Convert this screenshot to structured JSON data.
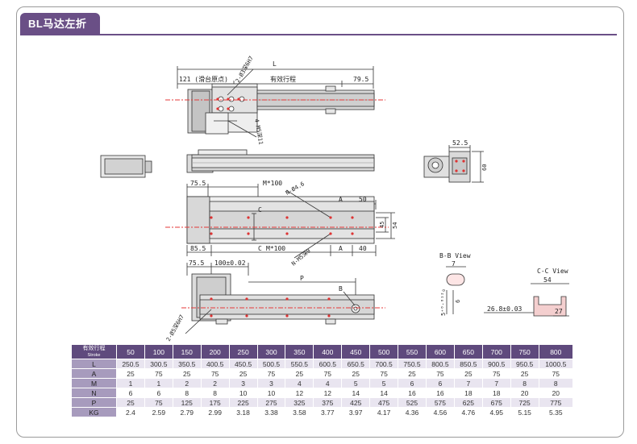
{
  "page": {
    "tab_title": "BL马达左折"
  },
  "drawing": {
    "top_view": {
      "dim_121": "121 (滑台原点)",
      "dim_L": "L",
      "dim_stroke": "有效行程",
      "dim_79_5": "79.5",
      "hole_2_phi3": "2-Ø3深6H7",
      "hole_4_m5": "4-M5深11"
    },
    "mid_view": {
      "dim_75_5": "75.5",
      "dim_M100": "M*100",
      "dim_A": "A",
      "dim_50": "50",
      "dim_C": "C",
      "dim_54": "54",
      "dim_45": "45",
      "dim_85_5": "85.5",
      "dim_M100b": "M*100",
      "dim_A2": "A",
      "dim_40": "40",
      "hole_n_phi4_6": "N-Ø4.6",
      "hole_n_m5": "N-M5深9"
    },
    "bottom_view": {
      "dim_75_5": "75.5",
      "dim_100": "100±0.02",
      "dim_P": "P",
      "dim_B": "B",
      "hole_2_phi5": "2-Ø5深6H7"
    },
    "end_view": {
      "dim_52_5": "52.5",
      "dim_60": "60"
    },
    "section_b": {
      "title": "B-B View",
      "dim_7": "7",
      "dim_5": "5⁺⁰·⁰¹²₀",
      "dim_6": "6"
    },
    "section_c": {
      "title": "C-C View",
      "dim_54": "54",
      "dim_26_8": "26.8±0.03",
      "dim_27": "27"
    }
  },
  "table": {
    "corner_label": "有效行程",
    "corner_sub": "Stroke",
    "strokes": [
      "50",
      "100",
      "150",
      "200",
      "250",
      "300",
      "350",
      "400",
      "450",
      "500",
      "550",
      "600",
      "650",
      "700",
      "750",
      "800"
    ],
    "rows": [
      {
        "label": "L",
        "values": [
          "250.5",
          "300.5",
          "350.5",
          "400.5",
          "450.5",
          "500.5",
          "550.5",
          "600.5",
          "650.5",
          "700.5",
          "750.5",
          "800.5",
          "850.5",
          "900.5",
          "950.5",
          "1000.5"
        ]
      },
      {
        "label": "A",
        "values": [
          "25",
          "75",
          "25",
          "75",
          "25",
          "75",
          "25",
          "75",
          "25",
          "75",
          "25",
          "75",
          "25",
          "75",
          "25",
          "75"
        ]
      },
      {
        "label": "M",
        "values": [
          "1",
          "1",
          "2",
          "2",
          "3",
          "3",
          "4",
          "4",
          "5",
          "5",
          "6",
          "6",
          "7",
          "7",
          "8",
          "8"
        ]
      },
      {
        "label": "N",
        "values": [
          "6",
          "6",
          "8",
          "8",
          "10",
          "10",
          "12",
          "12",
          "14",
          "14",
          "16",
          "16",
          "18",
          "18",
          "20",
          "20"
        ]
      },
      {
        "label": "P",
        "values": [
          "25",
          "75",
          "125",
          "175",
          "225",
          "275",
          "325",
          "375",
          "425",
          "475",
          "525",
          "575",
          "625",
          "675",
          "725",
          "775"
        ]
      },
      {
        "label": "KG",
        "values": [
          "2.4",
          "2.59",
          "2.79",
          "2.99",
          "3.18",
          "3.38",
          "3.58",
          "3.77",
          "3.97",
          "4.17",
          "4.36",
          "4.56",
          "4.76",
          "4.95",
          "5.15",
          "5.35"
        ]
      }
    ]
  }
}
